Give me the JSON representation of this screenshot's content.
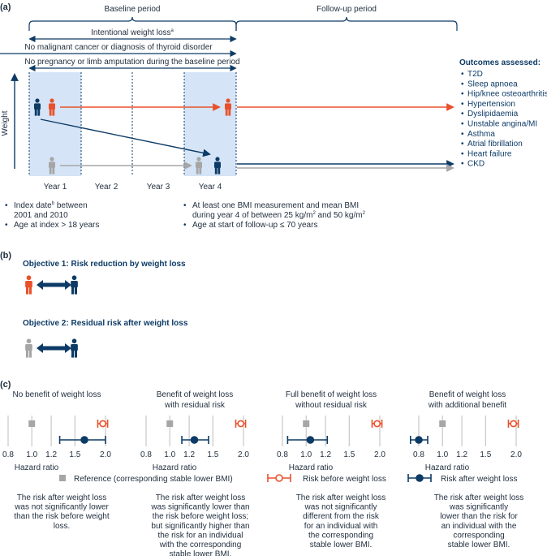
{
  "colors": {
    "navy": "#0d3b66",
    "orange": "#e8512b",
    "gray": "#a6a6a6",
    "shade": "#d5e4f6",
    "dark": "#1f2d3d"
  },
  "panel_a": {
    "label": "(a)",
    "baseline_period": "Baseline period",
    "followup_period": "Follow-up period",
    "intentional_wl": "Intentional weight loss",
    "intentional_wl_sup": "a",
    "no_cancer": "No malignant cancer or diagnosis of thyroid disorder",
    "no_pregnancy": "No pregnancy or limb amputation during the baseline period",
    "weight_axis": "Weight",
    "years": [
      "Year 1",
      "Year 2",
      "Year 3",
      "Year 4"
    ],
    "outcomes_title": "Outcomes assessed:",
    "outcomes": [
      "T2D",
      "Sleep apnoea",
      "Hip/knee osteoarthritis",
      "Hypertension",
      "Dyslipidaemia",
      "Unstable angina/MI",
      "Asthma",
      "Atrial fibrillation",
      "Heart failure",
      "CKD"
    ],
    "left_notes": {
      "index_date_pre": "Index date",
      "index_date_sup": "b",
      "index_date_post": " between",
      "index_date_line2": "2001 and 2010",
      "age_index": "Age at index > 18 years"
    },
    "right_notes": {
      "bmi_line1": "At least one BMI measurement and mean BMI",
      "bmi_line2_pre": "during year 4 of between 25 kg/m",
      "bmi_line2_mid": " and 50 kg/m",
      "bmi_sup": "2",
      "age_followup": "Age at start of follow-up ≤ 70 years"
    }
  },
  "panel_b": {
    "label": "(b)",
    "objective1": "Objective 1: Risk reduction by weight loss",
    "objective2": "Objective 2: Residual risk after weight loss"
  },
  "panel_c": {
    "label": "(c)",
    "plots": [
      {
        "title": [
          "No benefit of weight loss"
        ],
        "before": 1.95,
        "before_ci": [
          1.86,
          2.04
        ],
        "after": 1.64,
        "after_ci": [
          1.3,
          2.0
        ],
        "description": [
          "The risk after weight loss",
          "was not significantly lower",
          "than the risk before weight",
          "loss."
        ]
      },
      {
        "title": [
          "Benefit of weight loss",
          "with residual risk"
        ],
        "before": 1.95,
        "before_ci": [
          1.86,
          2.04
        ],
        "after": 1.26,
        "after_ci": [
          1.12,
          1.44
        ],
        "description": [
          "The risk after weight loss",
          "was significantly lower than",
          "the risk before weight loss;",
          "but significantly higher than",
          "the risk for an individual",
          "with the corresponding",
          "stable lower BMI."
        ]
      },
      {
        "title": [
          "Full benefit of weight loss",
          "without  residual risk"
        ],
        "before": 1.95,
        "before_ci": [
          1.86,
          2.04
        ],
        "after": 1.04,
        "after_ci": [
          0.84,
          1.22
        ],
        "description": [
          "The risk after weight loss",
          "was not significantly",
          "different from the risk",
          "for an individual with",
          "the corresponding",
          "stable lower BMI."
        ]
      },
      {
        "title": [
          "Benefit of weight loss",
          "with additional benefit"
        ],
        "before": 1.95,
        "before_ci": [
          1.86,
          2.04
        ],
        "after": 0.8,
        "after_ci": [
          0.74,
          0.87
        ],
        "description": [
          "The risk after weight loss",
          "was significantly",
          "lower than the risk for",
          "an individual with the",
          "corresponding",
          "stable lower BMI."
        ]
      }
    ],
    "reference_value": 1.0,
    "axis_ticks": [
      0.8,
      1.0,
      1.2,
      1.5,
      2.0
    ],
    "axis_tick_labels": [
      "0.8",
      "1.0",
      "1.2",
      "1.5",
      "2.0"
    ],
    "xlabel": "Hazard ratio",
    "legend": {
      "reference": "Reference (corresponding stable lower BMI)",
      "before": "Risk before weight loss",
      "after": "Risk after weight loss"
    }
  }
}
